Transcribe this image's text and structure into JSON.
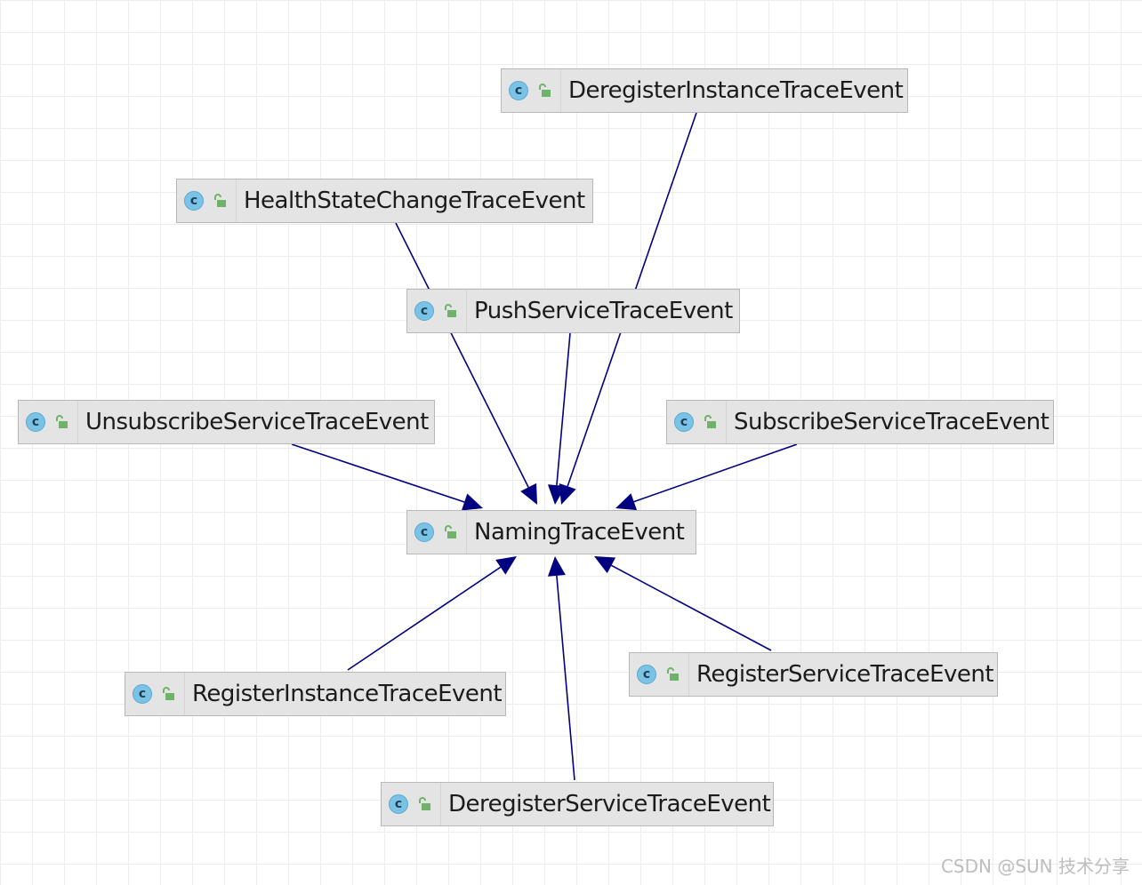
{
  "diagram": {
    "nodes": [
      {
        "id": "deregister-instance",
        "label": "DeregisterInstanceTraceEvent"
      },
      {
        "id": "health-state-change",
        "label": "HealthStateChangeTraceEvent"
      },
      {
        "id": "push-service",
        "label": "PushServiceTraceEvent"
      },
      {
        "id": "unsubscribe-service",
        "label": "UnsubscribeServiceTraceEvent"
      },
      {
        "id": "subscribe-service",
        "label": "SubscribeServiceTraceEvent"
      },
      {
        "id": "naming-trace-event",
        "label": "NamingTraceEvent"
      },
      {
        "id": "register-instance",
        "label": "RegisterInstanceTraceEvent"
      },
      {
        "id": "register-service",
        "label": "RegisterServiceTraceEvent"
      },
      {
        "id": "deregister-service",
        "label": "DeregisterServiceTraceEvent"
      }
    ],
    "edges": [
      {
        "from": "deregister-instance",
        "to": "naming-trace-event"
      },
      {
        "from": "health-state-change",
        "to": "naming-trace-event"
      },
      {
        "from": "push-service",
        "to": "naming-trace-event"
      },
      {
        "from": "unsubscribe-service",
        "to": "naming-trace-event"
      },
      {
        "from": "subscribe-service",
        "to": "naming-trace-event"
      },
      {
        "from": "register-instance",
        "to": "naming-trace-event"
      },
      {
        "from": "register-service",
        "to": "naming-trace-event"
      },
      {
        "from": "deregister-service",
        "to": "naming-trace-event"
      }
    ],
    "class_icon_letter": "c",
    "class_icon_name": "class-icon",
    "visibility_icon_name": "public-lock-icon",
    "edge_color": "#000080",
    "class_icon_color": "#7ac3e6",
    "visibility_icon_color": "#6fb36a"
  },
  "watermark": "CSDN @SUN 技术分享"
}
